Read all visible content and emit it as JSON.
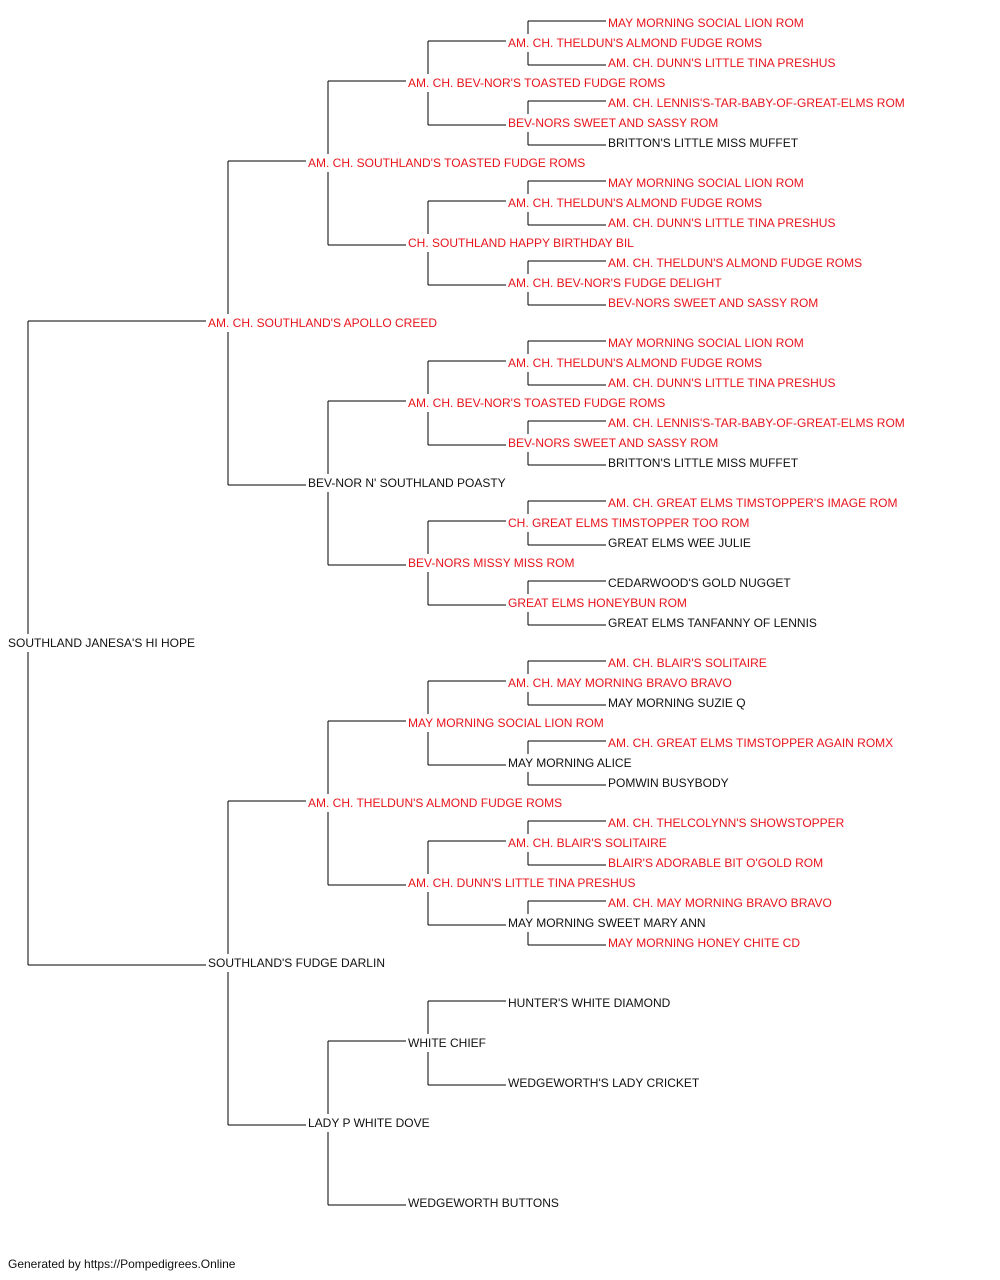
{
  "colors": {
    "champion": "#e8141c",
    "regular": "#111111",
    "line": "#000000"
  },
  "footer": "Generated by https://Pompedigrees.Online",
  "nodes": [
    {
      "id": "0",
      "name": "SOUTHLAND JANESA'S HI HOPE",
      "red": false
    },
    {
      "id": "1",
      "name": "AM. CH. SOUTHLAND'S APOLLO CREED",
      "red": true
    },
    {
      "id": "2",
      "name": "SOUTHLAND'S FUDGE DARLIN",
      "red": false
    },
    {
      "id": "11",
      "name": "AM. CH. SOUTHLAND'S TOASTED FUDGE ROMS",
      "red": true
    },
    {
      "id": "12",
      "name": "BEV-NOR N' SOUTHLAND POASTY",
      "red": false
    },
    {
      "id": "21",
      "name": "AM. CH. THELDUN'S ALMOND FUDGE ROMS",
      "red": true
    },
    {
      "id": "22",
      "name": "LADY P WHITE DOVE",
      "red": false
    },
    {
      "id": "111",
      "name": "AM. CH. BEV-NOR'S TOASTED FUDGE ROMS",
      "red": true
    },
    {
      "id": "112",
      "name": "CH. SOUTHLAND HAPPY BIRTHDAY BIL",
      "red": true
    },
    {
      "id": "121",
      "name": "AM. CH. BEV-NOR'S TOASTED FUDGE ROMS",
      "red": true
    },
    {
      "id": "122",
      "name": "BEV-NORS MISSY MISS ROM",
      "red": true
    },
    {
      "id": "211",
      "name": "MAY MORNING SOCIAL LION ROM",
      "red": true
    },
    {
      "id": "212",
      "name": "AM. CH. DUNN'S LITTLE TINA PRESHUS",
      "red": true
    },
    {
      "id": "221",
      "name": "WHITE CHIEF",
      "red": false
    },
    {
      "id": "222",
      "name": "WEDGEWORTH BUTTONS",
      "red": false
    },
    {
      "id": "1111",
      "name": "AM. CH. THELDUN'S ALMOND FUDGE ROMS",
      "red": true
    },
    {
      "id": "1112",
      "name": "BEV-NORS SWEET AND SASSY ROM",
      "red": true
    },
    {
      "id": "1121",
      "name": "AM. CH. THELDUN'S ALMOND FUDGE ROMS",
      "red": true
    },
    {
      "id": "1122",
      "name": "AM. CH. BEV-NOR'S FUDGE DELIGHT",
      "red": true
    },
    {
      "id": "1211",
      "name": "AM. CH. THELDUN'S ALMOND FUDGE ROMS",
      "red": true
    },
    {
      "id": "1212",
      "name": "BEV-NORS SWEET AND SASSY ROM",
      "red": true
    },
    {
      "id": "1221",
      "name": "CH. GREAT ELMS TIMSTOPPER TOO ROM",
      "red": true
    },
    {
      "id": "1222",
      "name": "GREAT ELMS HONEYBUN ROM",
      "red": true
    },
    {
      "id": "2111",
      "name": "AM. CH. MAY MORNING BRAVO BRAVO",
      "red": true
    },
    {
      "id": "2112",
      "name": "MAY MORNING ALICE",
      "red": false
    },
    {
      "id": "2121",
      "name": "AM. CH. BLAIR'S SOLITAIRE",
      "red": true
    },
    {
      "id": "2122",
      "name": "MAY MORNING SWEET MARY ANN",
      "red": false
    },
    {
      "id": "2211",
      "name": "HUNTER'S WHITE DIAMOND",
      "red": false
    },
    {
      "id": "2212",
      "name": "WEDGEWORTH'S LADY CRICKET",
      "red": false
    },
    {
      "id": "11111",
      "name": "MAY MORNING SOCIAL LION ROM",
      "red": true
    },
    {
      "id": "11112",
      "name": "AM. CH. DUNN'S LITTLE TINA PRESHUS",
      "red": true
    },
    {
      "id": "11121",
      "name": "AM. CH. LENNIS'S-TAR-BABY-OF-GREAT-ELMS ROM",
      "red": true
    },
    {
      "id": "11122",
      "name": "BRITTON'S LITTLE MISS MUFFET",
      "red": false
    },
    {
      "id": "11211",
      "name": "MAY MORNING SOCIAL LION ROM",
      "red": true
    },
    {
      "id": "11212",
      "name": "AM. CH. DUNN'S LITTLE TINA PRESHUS",
      "red": true
    },
    {
      "id": "11221",
      "name": "AM. CH. THELDUN'S ALMOND FUDGE ROMS",
      "red": true
    },
    {
      "id": "11222",
      "name": "BEV-NORS SWEET AND SASSY ROM",
      "red": true
    },
    {
      "id": "12111",
      "name": "MAY MORNING SOCIAL LION ROM",
      "red": true
    },
    {
      "id": "12112",
      "name": "AM. CH. DUNN'S LITTLE TINA PRESHUS",
      "red": true
    },
    {
      "id": "12121",
      "name": "AM. CH. LENNIS'S-TAR-BABY-OF-GREAT-ELMS ROM",
      "red": true
    },
    {
      "id": "12122",
      "name": "BRITTON'S LITTLE MISS MUFFET",
      "red": false
    },
    {
      "id": "12211",
      "name": "AM. CH. GREAT ELMS TIMSTOPPER'S IMAGE ROM",
      "red": true
    },
    {
      "id": "12212",
      "name": "GREAT ELMS WEE JULIE",
      "red": false
    },
    {
      "id": "12221",
      "name": "CEDARWOOD'S GOLD NUGGET",
      "red": false
    },
    {
      "id": "12222",
      "name": "GREAT ELMS TANFANNY OF LENNIS",
      "red": false
    },
    {
      "id": "21111",
      "name": "AM. CH. BLAIR'S SOLITAIRE",
      "red": true
    },
    {
      "id": "21112",
      "name": "MAY MORNING SUZIE Q",
      "red": false
    },
    {
      "id": "21121",
      "name": "AM. CH. GREAT ELMS TIMSTOPPER AGAIN ROMX",
      "red": true
    },
    {
      "id": "21122",
      "name": "POMWIN BUSYBODY",
      "red": false
    },
    {
      "id": "21211",
      "name": "AM. CH. THELCOLYNN'S SHOWSTOPPER",
      "red": true
    },
    {
      "id": "21212",
      "name": "BLAIR'S ADORABLE BIT O'GOLD ROM",
      "red": true
    },
    {
      "id": "21221",
      "name": "AM. CH. MAY MORNING BRAVO BRAVO",
      "red": true
    },
    {
      "id": "21222",
      "name": "MAY MORNING HONEY CHITE CD",
      "red": true
    }
  ]
}
